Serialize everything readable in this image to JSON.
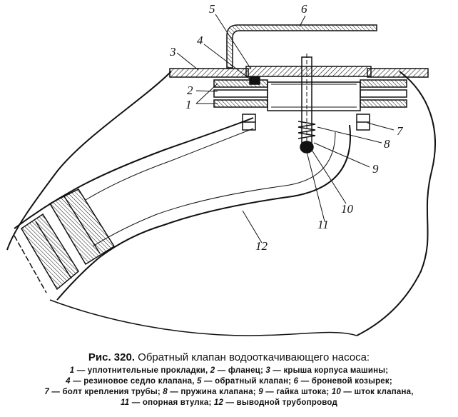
{
  "figure": {
    "number_label": "Рис. 320.",
    "title": "Обратный клапан водооткачивающего насоса:"
  },
  "callouts": [
    "5",
    "6",
    "4",
    "3",
    "2",
    "1",
    "7",
    "8",
    "9",
    "10",
    "11",
    "12"
  ],
  "legend": [
    {
      "num": "1",
      "text": "уплотнительные прокладки,"
    },
    {
      "num": "2",
      "text": "фланец;"
    },
    {
      "num": "3",
      "text": "крыша корпуса машины;"
    },
    {
      "num": "4",
      "text": "резиновое седло клапана,"
    },
    {
      "num": "5",
      "text": "обратный клапан;"
    },
    {
      "num": "6",
      "text": "броневой козырек;"
    },
    {
      "num": "7",
      "text": "болт крепления трубы;"
    },
    {
      "num": "8",
      "text": "пружина клапана;"
    },
    {
      "num": "9",
      "text": "гайка штока;"
    },
    {
      "num": "10",
      "text": "шток клапана,"
    },
    {
      "num": "11",
      "text": "опорная втулка;"
    },
    {
      "num": "12",
      "text": "выводной трубопровод"
    }
  ],
  "legend_dash": "—"
}
